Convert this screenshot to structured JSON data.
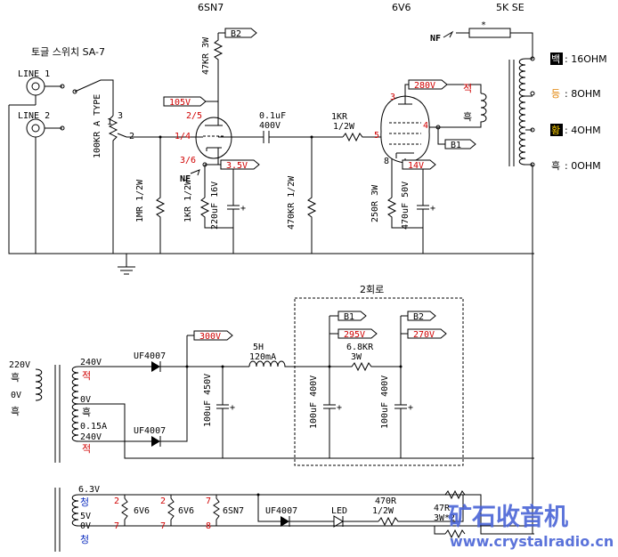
{
  "header": {
    "tube1": "6SN7",
    "tube2": "6V6",
    "transformer": "5K SE"
  },
  "input": {
    "switch_label": "토글 스위치 SA-7",
    "line1": "LINE 1",
    "line2": "LINE 2",
    "volume": "100KR A TYPE",
    "vol_pin1": "1",
    "vol_pin2": "2",
    "vol_pin3": "3",
    "grid_res": "1MR 1/2W"
  },
  "stage1": {
    "plate_res": "47KR 3W",
    "b2_tag": "B2",
    "plate_v": "105V",
    "pin_plate": "2/5",
    "pin_grid": "1/4",
    "pin_cathode": "3/6",
    "cathode_v": "3.5V",
    "nf_label": "NF",
    "cathode_res": "1KR 1/2W",
    "cathode_cap": "220uF 16V"
  },
  "coupling": {
    "cap": "0.1uF",
    "cap_v": "400V",
    "grid_leak": "470KR 1/2W",
    "grid_stop": "1KR",
    "grid_stop_w": "1/2W"
  },
  "stage2": {
    "plate_v": "280V",
    "pin_plate": "3",
    "pin_g2": "4",
    "pin_grid": "5",
    "pin_cathode": "8",
    "b1_tag": "B1",
    "cathode_v": "14V",
    "cathode_res": "250R 3W",
    "cathode_cap": "470uF 50V",
    "wire_red": "적",
    "wire_black": "흑"
  },
  "output": {
    "nf_label": "NF",
    "nf_res": "*",
    "taps": [
      {
        "color_word": "백",
        "value": ": 16OHM"
      },
      {
        "color_word": "등",
        "value": ": 8OHM"
      },
      {
        "color_word": "황",
        "value": ": 4OHM"
      },
      {
        "color_word": "흑",
        "value": ": 0OHM"
      }
    ]
  },
  "power": {
    "mains": "220V",
    "mains_black": "흑",
    "mains_zero": "0V",
    "mains_black2": "흑",
    "sec_hi": "240V",
    "sec_red": "적",
    "sec_zero": "0V",
    "sec_black": "흑",
    "sec_current": "0.15A",
    "sec_lo": "240V",
    "sec_red2": "적",
    "diode1": "UF4007",
    "diode2": "UF4007",
    "rect_v": "300V",
    "choke": "5H",
    "choke_ma": "120mA",
    "filt_cap1": "100uF 450V",
    "section_label": "2회로",
    "b1_tag": "B1",
    "b1_v": "295V",
    "b2_tag": "B2",
    "b2_v": "270V",
    "drop_res": "6.8KR",
    "drop_res_w": "3W",
    "filt_cap2": "100uF 400V",
    "filt_cap3": "100uF 400V"
  },
  "heater": {
    "v63": "6.3V",
    "blue1": "청",
    "v5": "5V",
    "v0": "0V",
    "blue2": "청",
    "tube_a": "6V6",
    "tube_b": "6V6",
    "tube_c": "6SN7",
    "pins_a": [
      "2",
      "7"
    ],
    "pins_b": [
      "2",
      "7"
    ],
    "pins_c": [
      "7",
      "8"
    ],
    "diode": "UF4007",
    "led": "LED",
    "led_res": "470R",
    "led_res_w": "1/2W",
    "bal_res": "47R",
    "bal_res_w": "3W*2"
  },
  "watermark": {
    "cn": "矿石收音机",
    "url": "www.crystalradio.cn"
  }
}
